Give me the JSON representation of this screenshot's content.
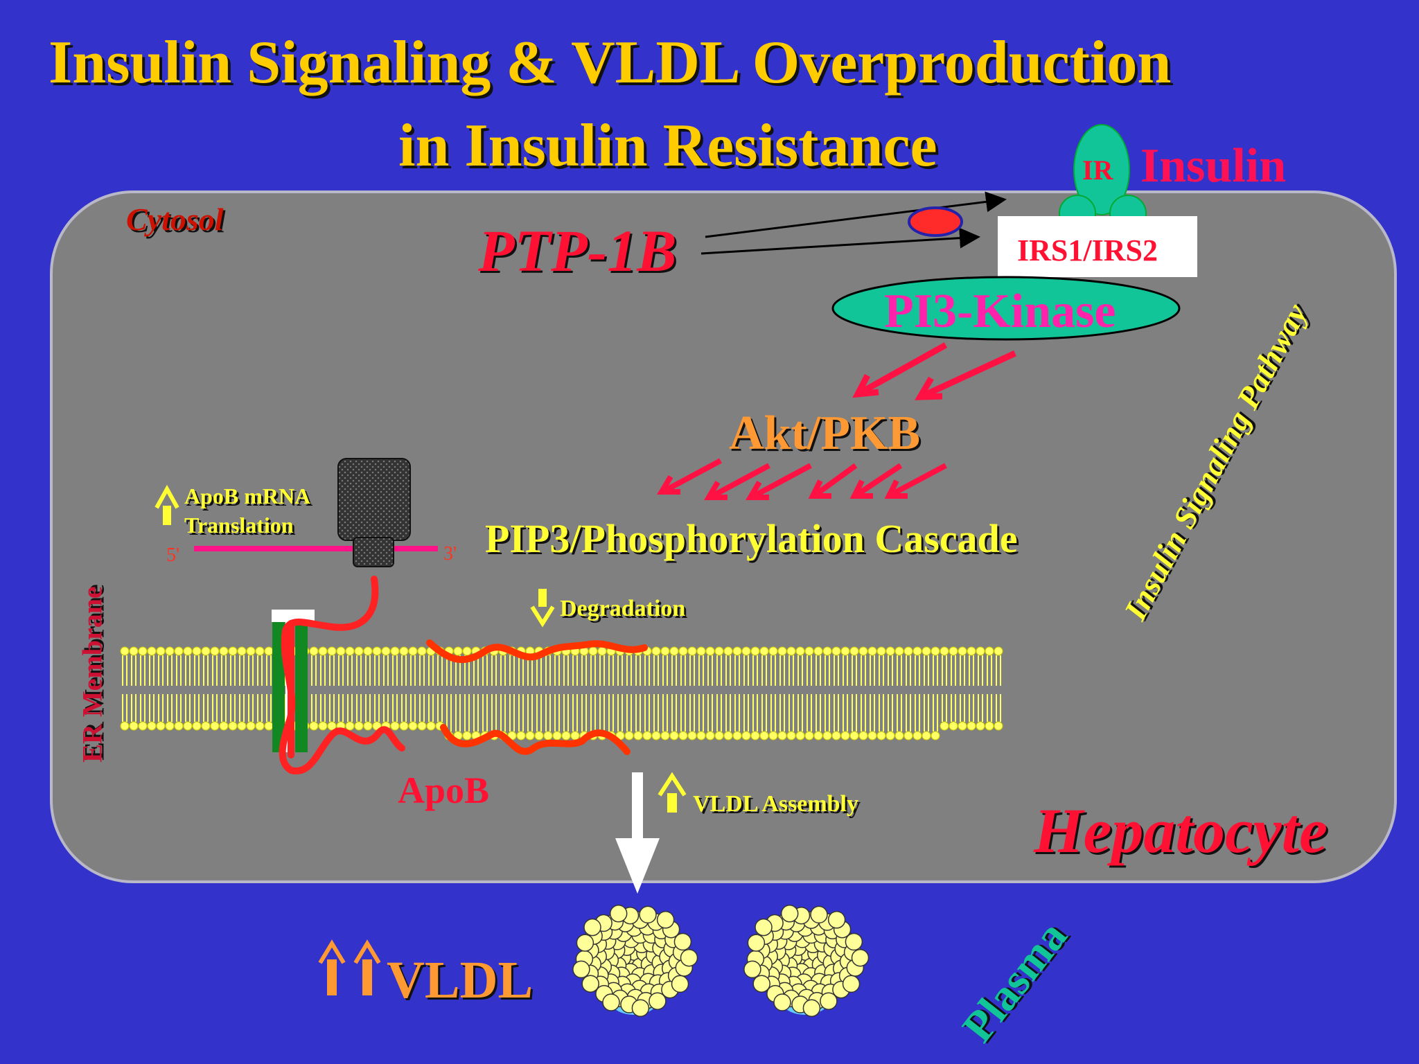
{
  "title_line1": "Insulin Signaling & VLDL Overproduction",
  "title_line2": "in Insulin Resistance",
  "cytosol": "Cytosol",
  "ptp1b": "PTP-1B",
  "inhibit_sign": "–",
  "ir": "IR",
  "insulin": "Insulin",
  "irs": "IRS1/IRS2",
  "pi3k": "PI3-Kinase",
  "akt": "Akt/PKB",
  "pip3": "PIP3/Phosphorylation Cascade",
  "pathway": "Insulin Signaling Pathway",
  "apob_mrna_line1": "ApoB mRNA",
  "apob_mrna_line2": "Translation",
  "five_prime": "5'",
  "three_prime": "3'",
  "er_membrane": "ER Membrane",
  "degradation": "Degradation",
  "apob": "ApoB",
  "vldl_assembly": "VLDL Assembly",
  "hepatocyte": "Hepatocyte",
  "vldl": "VLDL",
  "plasma": "Plasma",
  "colors": {
    "background": "#3333cc",
    "cell": "#808080",
    "title": "#ffcc00",
    "red_label": "#ff1133",
    "magenta": "#ff22aa",
    "teal": "#11c598",
    "orange": "#ff9933",
    "yellow": "#ffff33"
  }
}
